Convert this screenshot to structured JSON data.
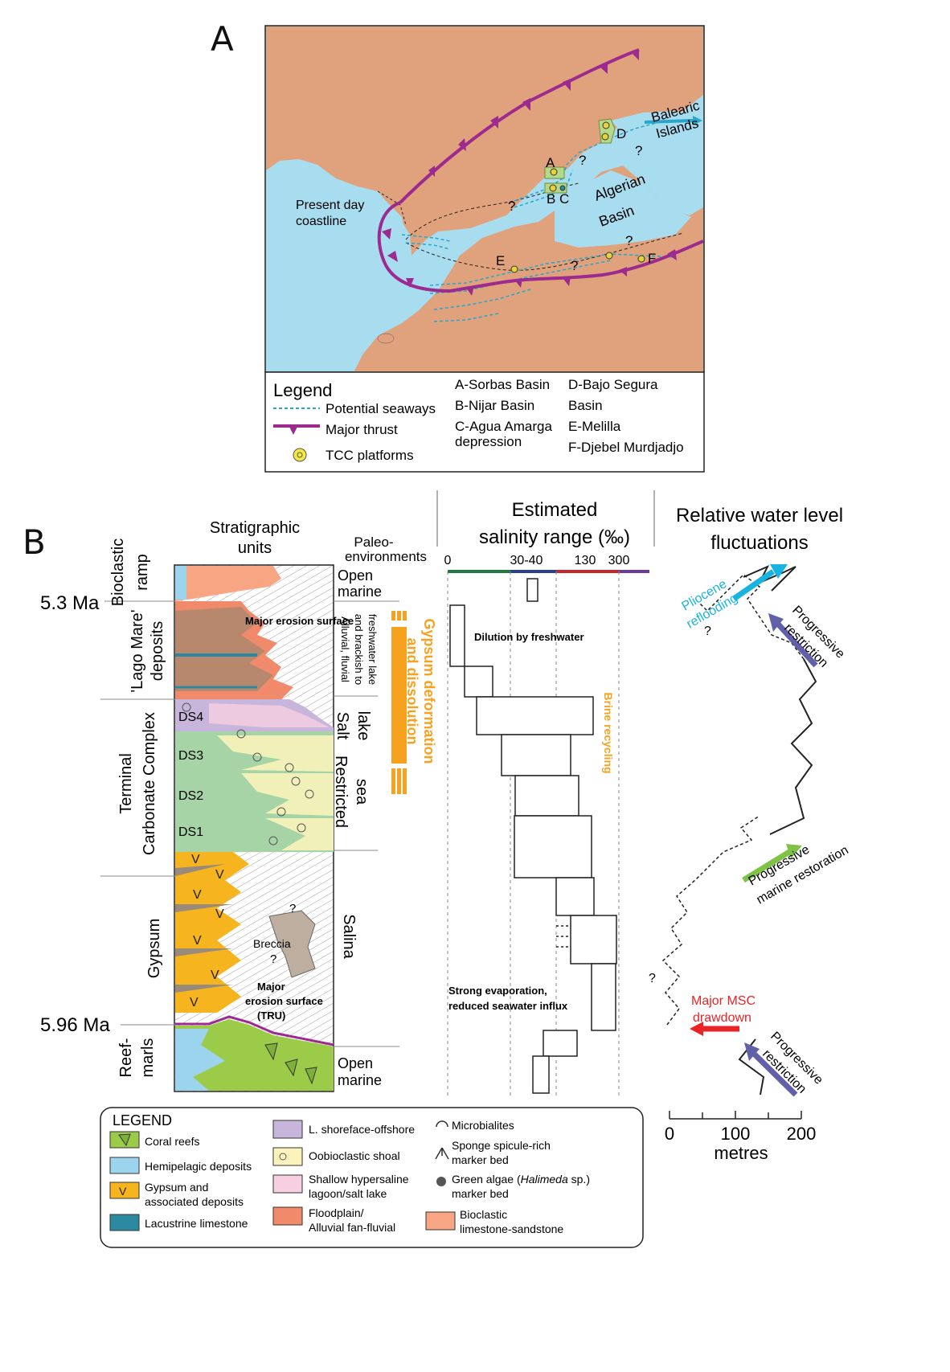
{
  "panel_a": {
    "letter": "A",
    "labels": {
      "balearic": "Balearic",
      "islands": "Islands",
      "d": "D",
      "a": "A",
      "bc": "B C",
      "e": "E",
      "f": "F",
      "q1": "?",
      "q2": "?",
      "q3": "?",
      "q4": "?",
      "q5": "?",
      "algerian": "Algerian",
      "basin": "Basin",
      "present_day": "Present day",
      "coastline": "coastline"
    },
    "legend": {
      "title": "Legend",
      "seaways": "Potential seaways",
      "thrust": "Major thrust",
      "tcc": "TCC platforms",
      "col2": [
        "A-Sorbas Basin",
        "B-Nijar Basin",
        "C-Agua Amarga",
        "depression"
      ],
      "col3": [
        "D-Bajo Segura",
        "Basin",
        "E-Melilla",
        "F-Djebel Murdjadjo"
      ]
    }
  },
  "panel_b": {
    "letter": "B",
    "strat_title": [
      "Stratigraphic",
      "units"
    ],
    "paleo_title": [
      "Paleo-",
      "environments"
    ],
    "age_top": "5.3 Ma",
    "age_bottom": "5.96 Ma",
    "units": {
      "bioclastic_ramp": [
        "Bioclastic",
        "ramp"
      ],
      "lago_mare": [
        "'Lago Mare'",
        "deposits"
      ],
      "tcc": [
        "Terminal",
        "Carbonate Complex"
      ],
      "gypsum": "Gypsum",
      "reef_marls": [
        "Reef-",
        "marls"
      ]
    },
    "ds": [
      "DS4",
      "DS3",
      "DS2",
      "DS1"
    ],
    "annotations": {
      "major_erosion": "Major erosion surface",
      "major_erosion_2": [
        "Major",
        "erosion surface",
        "(TRU)"
      ],
      "breccia": "Breccia",
      "q1": "?",
      "q2": "?"
    },
    "paleoenv": {
      "open_marine_top": [
        "Open",
        "marine"
      ],
      "alluvial": [
        "Alluvial, fluvial",
        "and brackish to",
        "freshwater lake"
      ],
      "salt_lake": [
        "Salt",
        "lake"
      ],
      "restricted_sea": [
        "Restricted",
        "sea"
      ],
      "salina": "Salina",
      "open_marine_bottom": [
        "Open",
        "marine"
      ]
    },
    "gypsum_deformation": [
      "Gypsum deformation",
      "and dissolution"
    ],
    "salinity": {
      "title": [
        "Estimated",
        "salinity range (‰)"
      ],
      "ticks": [
        "0",
        "30-40",
        "130",
        "300"
      ],
      "dilution": "Dilution by freshwater",
      "brine": "Brine recycling",
      "evaporation": [
        "Strong evaporation,",
        "reduced seawater influx"
      ]
    },
    "water_level": {
      "title": [
        "Relative water level",
        "fluctuations"
      ],
      "pliocene": [
        "Pliocene",
        "reflooding"
      ],
      "prog_restriction": [
        "Progressive",
        "restriction"
      ],
      "prog_marine": [
        "Progressive",
        "marine restoration"
      ],
      "major_msc": [
        "Major MSC",
        "drawdown"
      ],
      "prog_restriction_2": [
        "Progressive",
        "restriction"
      ],
      "q1": "?",
      "q2": "?",
      "scale_ticks": [
        "0",
        "100",
        "200"
      ],
      "scale_unit": "metres"
    },
    "legend": {
      "title": "LEGEND",
      "items": [
        "Coral reefs",
        "Hemipelagic deposits",
        "Gypsum and",
        "associated deposits",
        "Lacustrine limestone",
        "L. shoreface-offshore",
        "Oobioclastic shoal",
        "Shallow hypersaline",
        "lagoon/salt lake",
        "Floodplain/",
        "Alluvial fan-fluvial",
        "Microbialites",
        "Sponge spicule-rich",
        "marker bed",
        "Green algae (",
        "Halimeda",
        " sp.)",
        "marker bed",
        "Bioclastic",
        "limestone-sandstone"
      ]
    },
    "colors": {
      "land": "#e0a27d",
      "sea": "#a8dcef",
      "thrust": "#9c2a8f",
      "seaway": "#28a6c9",
      "orange": "#f7a21e",
      "coral_green": "#9ccb4a",
      "hemipelagic": "#9cd4ee",
      "gypsum": "#f6b51e",
      "lacustrine": "#2b8aa0",
      "shoreface": "#c7b5db",
      "oobio": "#fbf3bb",
      "lagoon": "#f6cfe1",
      "floodplain": "#f08a6a",
      "breccia": "#bdaea0",
      "cyan_arrow": "#18b3e0",
      "purple_arrow": "#6061a8",
      "green_arrow": "#7ec246",
      "red_arrow": "#e82427"
    }
  }
}
